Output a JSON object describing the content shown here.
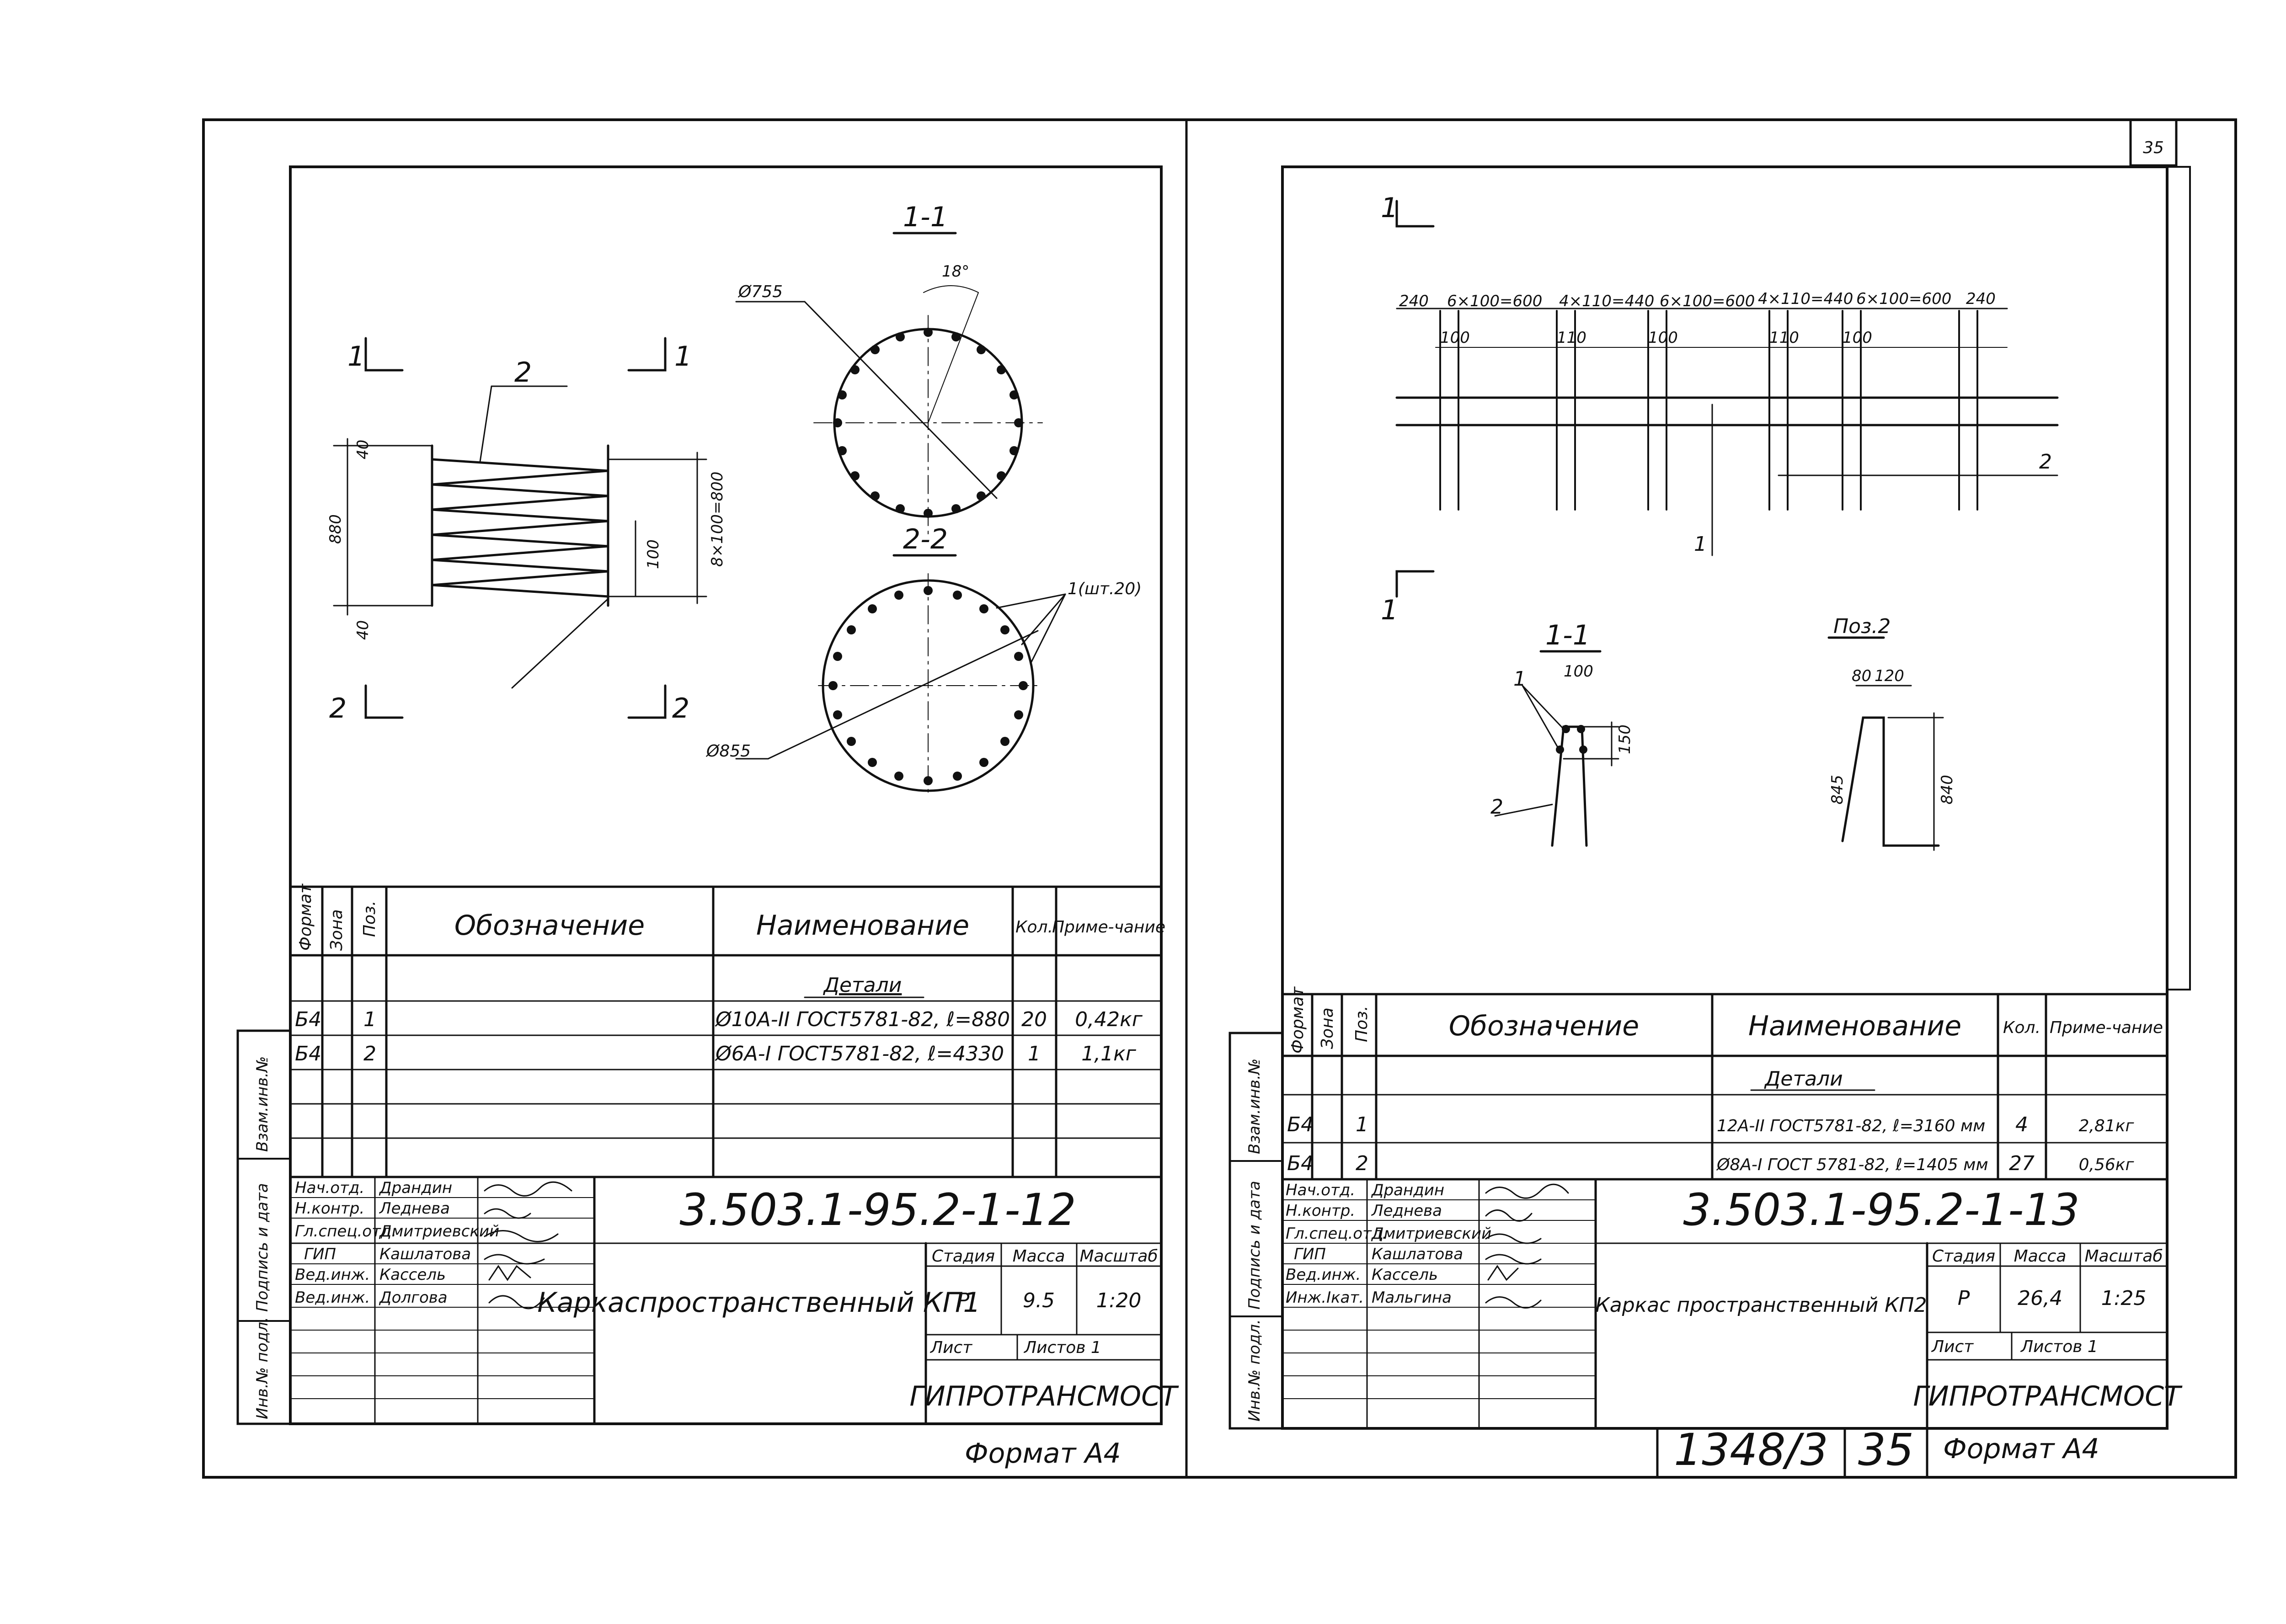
{
  "page_number": "35",
  "archive_number": "1348/3",
  "archive_page": "35",
  "left": {
    "drawing_number": "3.503.1-95.2-1-12",
    "item_name": "Каркаспространственный КП1",
    "format_label": "Формат А4",
    "section_1_label": "1-1",
    "section_2_label": "2-2",
    "angle_label": "18°",
    "diameter_1": "Ø755",
    "diameter_2": "Ø855",
    "callout_rebar": "1(шт.20)",
    "callout_spiral": "2",
    "dim_height": "880",
    "dim_end_top": "40",
    "dim_end_bottom": "40",
    "dim_pitch": "8×100=800",
    "dim_step": "100",
    "section_marks": [
      "1",
      "1",
      "2",
      "2"
    ],
    "spec_headers": {
      "format": "Формат",
      "zone": "Зона",
      "pos": "Поз.",
      "designation": "Обозначение",
      "name": "Наименование",
      "qty": "Кол.",
      "note": "Приме-чание"
    },
    "spec_section_title": "Детали",
    "spec_rows": [
      {
        "format": "Б4",
        "pos": "1",
        "name": "Ø10А-II ГОСТ5781-82, ℓ=880",
        "qty": "20",
        "note": "0,42кг"
      },
      {
        "format": "Б4",
        "pos": "2",
        "name": "Ø6А-I ГОСТ5781-82, ℓ=4330",
        "qty": "1",
        "note": "1,1кг"
      }
    ],
    "signatures": [
      {
        "role": "Нач.отд.",
        "name": "Драндин"
      },
      {
        "role": "Н.контр.",
        "name": "Леднева"
      },
      {
        "role": "Гл.спец.отд.",
        "name": "Дмитриевский"
      },
      {
        "role": "ГИП",
        "name": "Кашлатова"
      },
      {
        "role": "Вед.инж.",
        "name": "Кассель"
      },
      {
        "role": "Вед.инж.",
        "name": "Долгова"
      }
    ],
    "stage_header": "Стадия",
    "mass_header": "Масса",
    "scale_header": "Масштаб",
    "stage": "Р",
    "mass": "9.5",
    "scale": "1:20",
    "sheet_label": "Лист",
    "sheets_label": "Листов 1",
    "organization": "ГИПРОТРАНСМОСТ",
    "side_labels": [
      "Взам.инв.№",
      "Подпись и дата",
      "Инв.№ подл."
    ]
  },
  "right": {
    "drawing_number": "3.503.1-95.2-1-13",
    "item_name": "Каркас пространственный КП2",
    "format_label": "Формат А4",
    "section_label": "1-1",
    "pos2_label": "Поз.2",
    "dims_top": [
      "240",
      "6×100=600",
      "4×110=440",
      "6×100=600",
      "4×110=440",
      "6×100=600",
      "240"
    ],
    "dims_sub": [
      "100",
      "110",
      "100",
      "110",
      "100"
    ],
    "callout_1": "1",
    "callout_2": "2",
    "sec_dim_100": "100",
    "sec_dim_150": "150",
    "pos2_dim_a": "80",
    "pos2_dim_b": "120",
    "pos2_dim_c": "845",
    "pos2_dim_d": "840",
    "section_marks": [
      "1",
      "1"
    ],
    "spec_headers": {
      "format": "Формат",
      "zone": "Зона",
      "pos": "Поз.",
      "designation": "Обозначение",
      "name": "Наименование",
      "qty": "Кол.",
      "note": "Приме-чание"
    },
    "spec_section_title": "Детали",
    "spec_rows": [
      {
        "format": "Б4",
        "pos": "1",
        "name": "12А-II ГОСТ5781-82, ℓ=3160 мм",
        "qty": "4",
        "note": "2,81кг"
      },
      {
        "format": "Б4",
        "pos": "2",
        "name": "Ø8А-I ГОСТ 5781-82, ℓ=1405 мм",
        "qty": "27",
        "note": "0,56кг"
      }
    ],
    "signatures": [
      {
        "role": "Нач.отд.",
        "name": "Драндин"
      },
      {
        "role": "Н.контр.",
        "name": "Леднева"
      },
      {
        "role": "Гл.спец.отд.",
        "name": "Дмитриевский"
      },
      {
        "role": "ГИП",
        "name": "Кашлатова"
      },
      {
        "role": "Вед.инж.",
        "name": "Кассель"
      },
      {
        "role": "Инж.Ікат.",
        "name": "Мальгина"
      }
    ],
    "stage_header": "Стадия",
    "mass_header": "Масса",
    "scale_header": "Масштаб",
    "stage": "Р",
    "mass": "26,4",
    "scale": "1:25",
    "sheet_label": "Лист",
    "sheets_label": "Листов 1",
    "organization": "ГИПРОТРАНСМОСТ",
    "side_labels": [
      "Взам.инв.№",
      "Подпись и дата",
      "Инв.№ подл."
    ]
  }
}
